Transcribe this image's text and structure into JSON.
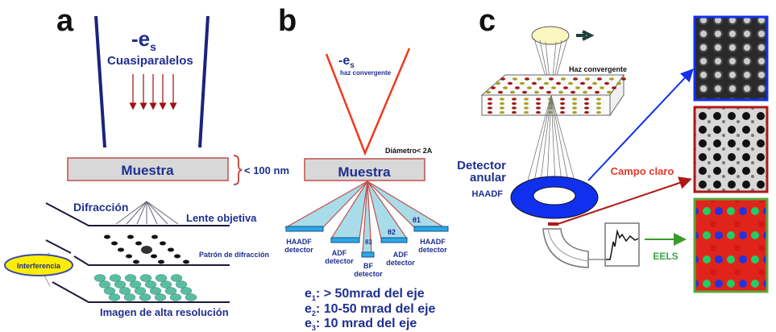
{
  "panels": {
    "a": {
      "label": "a",
      "electron": "-e",
      "electron_sub": "s",
      "beam_type": "Cuasiparalelos",
      "sample": "Muestra",
      "thickness": "< 100 nm",
      "diffraction": "Difracción",
      "objective_lens": "Lente objetiva",
      "diffraction_pattern": "Patrón de difracción",
      "interference": "Interferencia",
      "hr_image": "Imagen de alta resolución"
    },
    "b": {
      "label": "b",
      "electron": "-e",
      "electron_sub": "s",
      "beam_type": "haz convergente",
      "diameter": "Diámetro< 2A",
      "sample": "Muestra",
      "theta1": "θ1",
      "theta2": "θ2",
      "theta3": "θ3",
      "detectors": [
        {
          "name": "HAADF",
          "line2": "detector"
        },
        {
          "name": "ADF",
          "line2": "detector"
        },
        {
          "name": "BF",
          "line2": "detector"
        },
        {
          "name": "ADF",
          "line2": "detector"
        },
        {
          "name": "HAADF",
          "line2": "detector"
        }
      ],
      "angles": [
        {
          "symbol": "e",
          "sub": "1",
          "text": ": > 50mrad del eje"
        },
        {
          "symbol": "e",
          "sub": "2",
          "text": ": 10-50 mrad del eje"
        },
        {
          "symbol": "e",
          "sub": "3",
          "text": ": 10 mrad del eje"
        }
      ]
    },
    "c": {
      "label": "c",
      "beam": "Haz convergente",
      "detector_line1": "Detector",
      "detector_line2": "anular",
      "detector_line3": "HAADF",
      "bright_field": "Campo claro",
      "eels": "EELS"
    }
  },
  "colors": {
    "navy": "#1f2f8f",
    "red_beam": "#ee3a1f",
    "bright_field_red": "#e53a2a",
    "eels_green": "#3aa54a",
    "haadf_blue": "#1030ee",
    "detector_cyan": "#a8dce8"
  }
}
